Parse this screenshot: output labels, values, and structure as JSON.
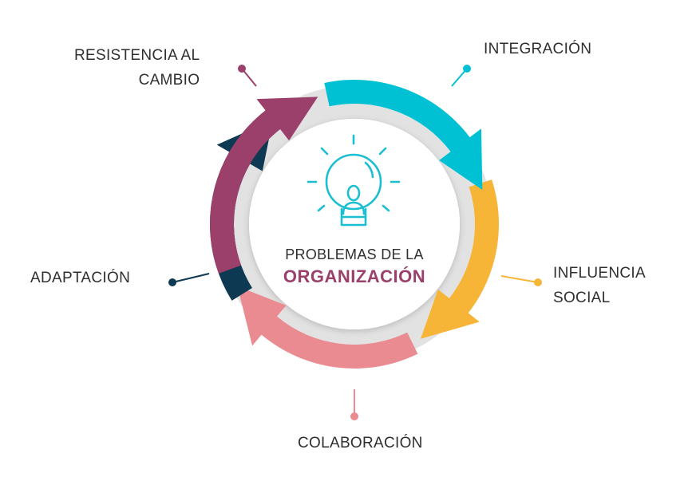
{
  "center": {
    "line1": "PROBLEMAS DE LA",
    "line2": "ORGANIZACIÓN",
    "icon": "lightbulb-person-icon"
  },
  "stages": [
    {
      "id": "resistencia",
      "lines": [
        "RESISTENCIA AL",
        "CAMBIO"
      ],
      "color": "#9b3f6b"
    },
    {
      "id": "integracion",
      "lines": [
        "INTEGRACIÓN"
      ],
      "color": "#00c1d4"
    },
    {
      "id": "influencia",
      "lines": [
        "INFLUENCIA",
        "SOCIAL"
      ],
      "color": "#f7b538"
    },
    {
      "id": "colaboracion",
      "lines": [
        "COLABORACIÓN"
      ],
      "color": "#e98b90"
    },
    {
      "id": "adaptacion",
      "lines": [
        "ADAPTACIÓN"
      ],
      "color": "#0d3a52"
    }
  ],
  "colors": {
    "ring_track": "#e2e2e2",
    "icon": "#1cbfd2",
    "title_accent": "#9b3f6b",
    "text": "#2f2f2f"
  }
}
